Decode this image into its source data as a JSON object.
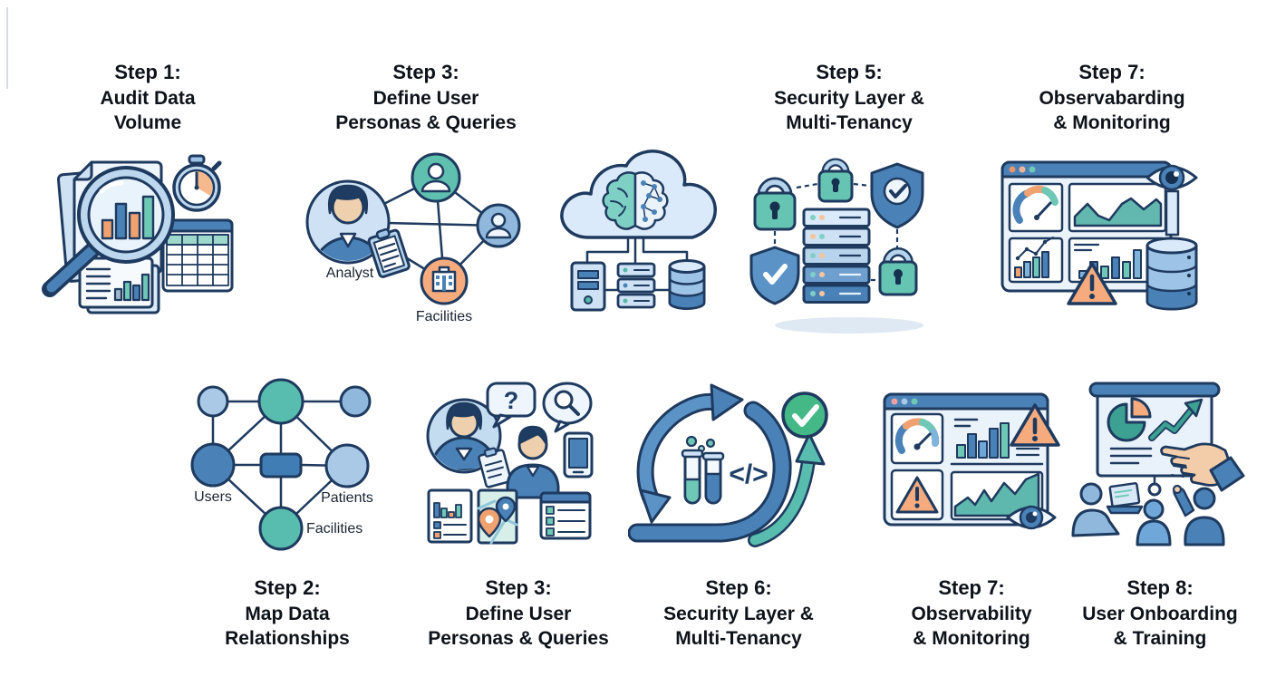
{
  "figure": {
    "background": "#ffffff"
  },
  "palette": {
    "outline_navy": "#1e3a5f",
    "blue": "#4a82b8",
    "light_blue": "#cfe2f5",
    "teal": "#5fc0af",
    "orange": "#f0a170",
    "green": "#45b887",
    "skin": "#eecfae",
    "title_text": "#0e131b"
  },
  "cells": [
    {
      "step": "Step 1:",
      "line1": "Audit Data",
      "line2": "Volume",
      "illustration": "audit-data-volume"
    },
    {
      "step": "Step 3:",
      "line1": "Define User",
      "line2": "Personas & Queries",
      "illustration": "personas-network",
      "labels": {
        "analyst": "Analyst",
        "facilities": "Facilities"
      }
    },
    {
      "illustration": "cloud-ai-infrastructure"
    },
    {
      "step": "Step 5:",
      "line1": "Security Layer &",
      "line2": "Multi-Tenancy",
      "illustration": "security-locks-shields"
    },
    {
      "step": "Step 7:",
      "line1": "Observabarding",
      "line2": "& Monitoring",
      "illustration": "dashboard-eye-database"
    },
    {
      "step": "Step 2:",
      "line1": "Map Data",
      "line2": "Relationships",
      "illustration": "entity-relationship-graph",
      "labels": {
        "users": "Users",
        "patients": "Patients",
        "facilities": "Facilities"
      }
    },
    {
      "step": "Step 3:",
      "line1": "Define User",
      "line2": "Personas & Queries",
      "illustration": "personas-queries",
      "glyphs": {
        "question": "?"
      }
    },
    {
      "step": "Step 6:",
      "line1": "Security Layer &",
      "line2": "Multi-Tenancy",
      "illustration": "iteration-cycle",
      "glyphs": {
        "code": "</>"
      }
    },
    {
      "step": "Step 7:",
      "line1": "Observability",
      "line2": "& Monitoring",
      "illustration": "dashboard-alerts-eye"
    },
    {
      "step": "Step 8:",
      "line1": "User Onboarding",
      "line2": "& Training",
      "illustration": "training-presentation"
    }
  ]
}
